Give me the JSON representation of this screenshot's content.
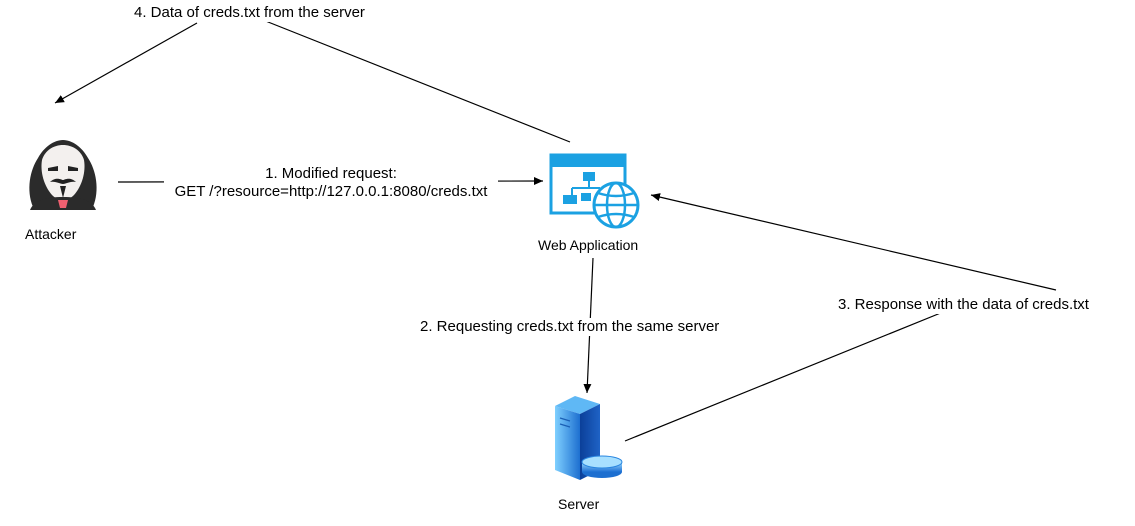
{
  "nodes": {
    "attacker": {
      "label": "Attacker",
      "icon": "anonymous-mask-icon"
    },
    "web_app": {
      "label": "Web Application",
      "icon": "web-application-icon"
    },
    "server": {
      "label": "Server",
      "icon": "server-database-icon"
    }
  },
  "edges": {
    "step1": {
      "line1": "1. Modified request:",
      "line2": "GET /?resource=http://127.0.0.1:8080/creds.txt"
    },
    "step2": {
      "text": "2. Requesting creds.txt from the same server"
    },
    "step3": {
      "text": "3. Response with the data of creds.txt"
    },
    "step4": {
      "text": "4. Data of creds.txt from the server"
    }
  },
  "colors": {
    "accent_blue": "#1ba1e2",
    "line": "#000000",
    "mask_dark": "#2b2b2b"
  }
}
